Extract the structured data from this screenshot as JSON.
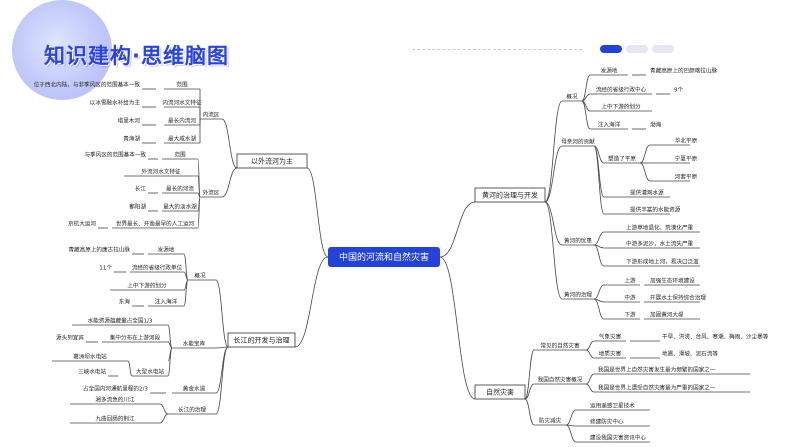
{
  "header": {
    "title": "知识建构·思维脑图"
  },
  "colors": {
    "accent": "#2342d8",
    "line": "#444444"
  },
  "center": "中国的河流和自然灾害",
  "left": {
    "b1": {
      "label": "以外流河为主",
      "sub1": {
        "label": "内流区",
        "rows": [
          {
            "desc": "位于西北内陆，与非季风区的范围基本一致",
            "key": "范围"
          },
          {
            "desc": "以冰雪融水补给为主",
            "key": "内流河水文特征"
          },
          {
            "desc": "塔里木河",
            "key": "最长内流河"
          },
          {
            "desc": "青海湖",
            "key": "最大咸水湖"
          }
        ]
      },
      "sub2": {
        "label": "外流区",
        "rows": [
          {
            "desc": "与季风区的范围基本一致",
            "key": "范围"
          },
          {
            "desc": "外流河水文特征",
            "key": ""
          },
          {
            "desc": "长江",
            "key": "最长的河流"
          },
          {
            "desc": "鄱阳湖",
            "key": "最大的淡水湖"
          },
          {
            "desc": "京杭大运河",
            "key": "世界最长、开凿最早的人工运河"
          }
        ]
      }
    },
    "b2": {
      "label": "长江的开发与治理",
      "gk": {
        "label": "概况",
        "rows": [
          {
            "desc": "青藏高原上的唐古拉山脉",
            "key": "发源地"
          },
          {
            "desc": "11个",
            "key": "流经的省级行政单位"
          },
          {
            "desc": "上中下游的划分",
            "key": ""
          },
          {
            "desc": "东海",
            "key": "注入海洋"
          }
        ]
      },
      "sd": {
        "label": "水能宝库",
        "rows": [
          {
            "desc": "水能资源蕴藏量占全国1/3",
            "key": ""
          },
          {
            "desc": "源头到宜宾",
            "key": "集中分布在上游河段"
          },
          {
            "desc": "葛洲坝水电站",
            "key": ""
          },
          {
            "desc": "三峡水电站",
            "key": "大型水电站"
          }
        ]
      },
      "hy": {
        "desc": "占全国内河通航里程的2/3",
        "key": "黄金水道"
      },
      "zl": {
        "label": "长江的治理",
        "rows": [
          {
            "desc": "湘多流急的川江"
          },
          {
            "desc": "九曲回肠的荆江"
          }
        ]
      }
    }
  },
  "right": {
    "b1": {
      "label": "黄河的治理与开发",
      "gk": {
        "label": "概况",
        "rows": [
          {
            "key": "发源地",
            "desc": "青藏高原上的巴颜喀拉山脉"
          },
          {
            "key": "流经的省级行政中心",
            "desc": "9个"
          },
          {
            "key": "上中下游的划分",
            "desc": ""
          },
          {
            "key": "注入海洋",
            "desc": "渤海"
          }
        ]
      },
      "mq": {
        "label": "母亲河的贡献",
        "sub": "塑造了平原",
        "plains": [
          "华北平原",
          "宁夏平原",
          "河套平原"
        ],
        "rows": [
          "提供灌溉水源",
          "提供丰富的水能资源"
        ]
      },
      "yh": {
        "label": "黄河的忧患",
        "rows": [
          "上游草地退化、荒漠化严重",
          "中游多泥沙，水土流失严重",
          "下游形成地上河，易决口泛滥"
        ]
      },
      "zl": {
        "label": "黄河的治理",
        "rows": [
          {
            "key": "上游",
            "desc": "加强生态环境建设"
          },
          {
            "key": "中游",
            "desc": "开展水土保持综合治理"
          },
          {
            "key": "下游",
            "desc": "加固黄河大堤"
          }
        ]
      }
    },
    "b2": {
      "label": "自然灾害",
      "cj": {
        "label": "常见的自然灾害",
        "qx": {
          "label": "气象灾害",
          "desc": "干旱、洪涝、台风、寒潮、梅雨、沙尘暴等"
        },
        "dz": {
          "label": "地质灾害",
          "desc": "地震、滑坡、泥石流等"
        }
      },
      "gk": {
        "label": "我国自然灾害概况",
        "rows": [
          "我国是世界上自然灾害发生最为频繁的国家之一",
          "我国是世界上遭受自然灾害最为严重的国家之一"
        ]
      },
      "fj": {
        "label": "防灾减灾",
        "rows": [
          "运用遥感卫星技术",
          "修建防灾中心",
          "建设我国灾害资讯中心"
        ]
      }
    }
  }
}
